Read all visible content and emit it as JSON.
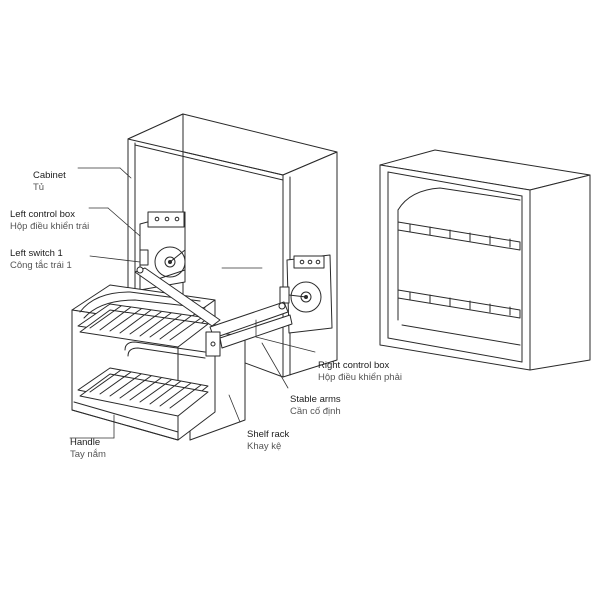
{
  "labels": {
    "cabinet": {
      "en": "Cabinet",
      "vi": "Tủ"
    },
    "left_control": {
      "en": "Left control box",
      "vi": "Hộp điều khiển trái"
    },
    "left_switch": {
      "en": "Left switch 1",
      "vi": "Công tắc trái 1"
    },
    "right_control": {
      "en": "Right control box",
      "vi": "Hộp điều khiển phải"
    },
    "stable_arms": {
      "en": "Stable arms",
      "vi": "Cần cố định"
    },
    "shelf_rack": {
      "en": "Shelf rack",
      "vi": "Khay kệ"
    },
    "handle": {
      "en": "Handle",
      "vi": "Tay nắm"
    }
  },
  "colors": {
    "line": "#2a2a2a",
    "leader": "#333333",
    "secondary_text": "#555555"
  }
}
